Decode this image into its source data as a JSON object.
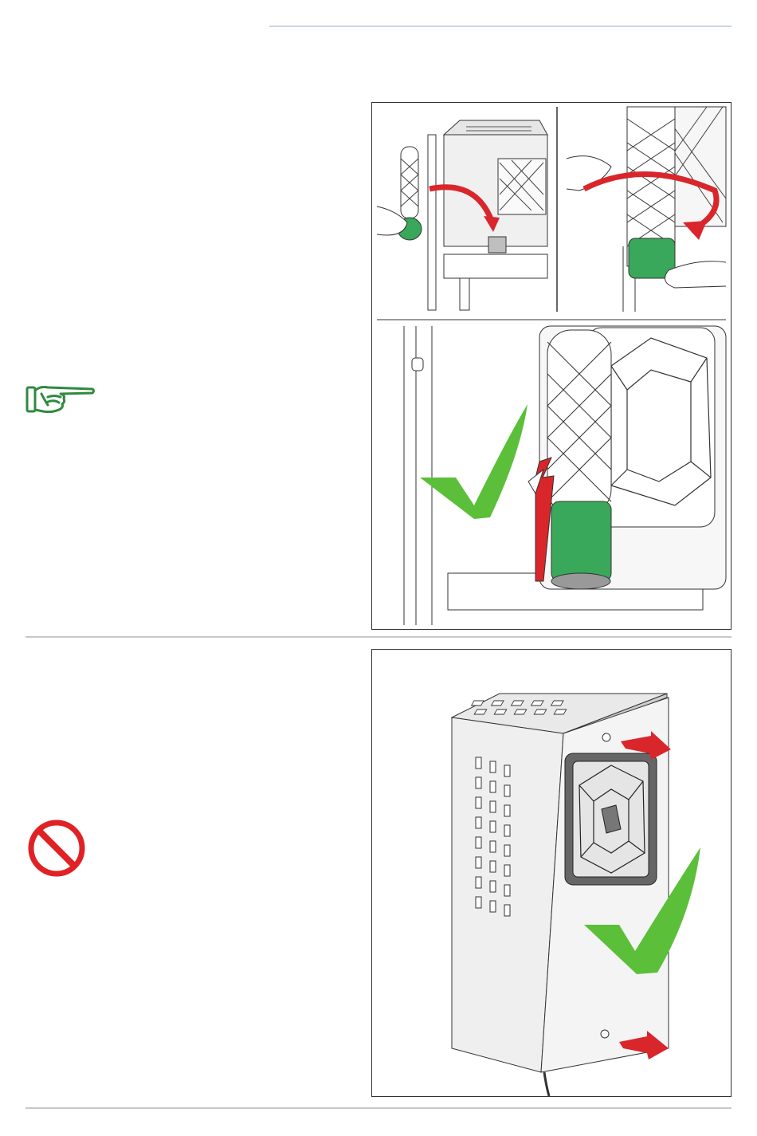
{
  "colors": {
    "header_rule": "#c9d6e3",
    "divider": "#c8c8c8",
    "panel_border": "#333333",
    "check_green": "#5bbf3a",
    "arrow_red": "#d9262b",
    "part_green": "#39a85a",
    "hand_icon_green": "#2f8a3e",
    "prohibited_red": "#e02226"
  },
  "icons": {
    "note": "pointing-hand-icon",
    "warning": "prohibited-icon",
    "ok": "checkmark-icon"
  },
  "figures": {
    "top": {
      "sub_a": "insert-filter-step",
      "sub_b": "twist-lock-filter-step",
      "sub_c": "filter-installed-correctly"
    },
    "bottom": "heater-unit-screws-correct"
  }
}
